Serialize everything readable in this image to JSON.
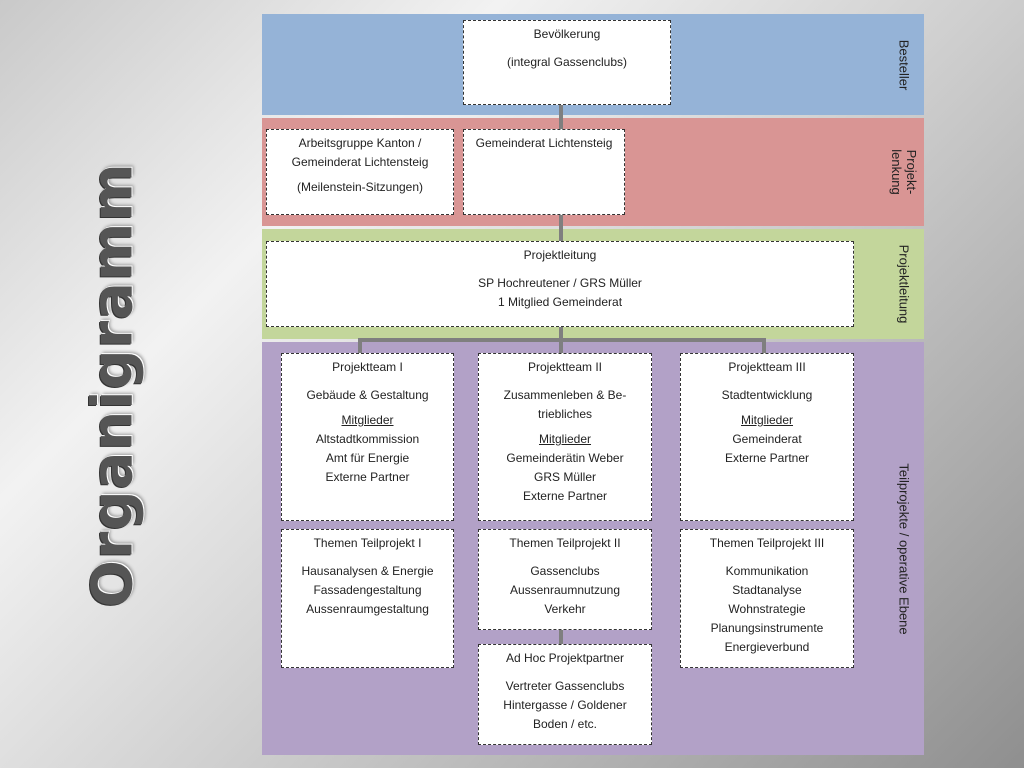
{
  "slide_title": "Organigramm",
  "bands": {
    "besteller": "Besteller",
    "projektlenkung": "Projekt-\nlenkung",
    "projektleitung": "Projektleitung",
    "teilprojekte": "Teilprojekte / operative Ebene"
  },
  "boxes": {
    "bevoelkerung": {
      "title": "Bevölkerung",
      "sub": "(integral Gassenclubs)"
    },
    "arbeitsgruppe": {
      "title_1": "Arbeitsgruppe Kanton /",
      "title_2": "Gemeinderat Lichtensteig",
      "sub": "(Meilenstein-Sitzungen)"
    },
    "gemeinderat": {
      "title": "Gemeinderat Lichtensteig"
    },
    "projektleitung": {
      "title": "Projektleitung",
      "line_1": "SP Hochreutener / GRS Müller",
      "line_2": "1 Mitglied Gemeinderat"
    },
    "team1": {
      "title": "Projektteam I",
      "subtitle": "Gebäude & Gestaltung",
      "members_label": "Mitglieder",
      "members": [
        "Altstadtkommission",
        "Amt für Energie",
        "Externe Partner"
      ]
    },
    "team2": {
      "title": "Projektteam II",
      "subtitle_1": "Zusammenleben & Be-",
      "subtitle_2": "triebliches",
      "members_label": "Mitglieder",
      "members": [
        "Gemeinderätin Weber",
        "GRS Müller",
        "Externe Partner"
      ]
    },
    "team3": {
      "title": "Projektteam III",
      "subtitle": "Stadtentwicklung",
      "members_label": "Mitglieder",
      "members": [
        "Gemeinderat",
        "Externe Partner"
      ]
    },
    "themen1": {
      "title": "Themen Teilprojekt I",
      "items": [
        "Hausanalysen & Energie",
        "Fassadengestaltung",
        "Aussenraumgestaltung"
      ]
    },
    "themen2": {
      "title": "Themen Teilprojekt II",
      "items": [
        "Gassenclubs",
        "Aussenraumnutzung",
        "Verkehr"
      ]
    },
    "themen3": {
      "title": "Themen Teilprojekt III",
      "items": [
        "Kommunikation",
        "Stadtanalyse",
        "Wohnstrategie",
        "Planungsinstrumente",
        "Energieverbund"
      ]
    },
    "adhoc": {
      "title": "Ad Hoc Projektpartner",
      "items": [
        "Vertreter Gassenclubs",
        "Hintergasse / Goldener",
        "Boden / etc."
      ]
    }
  }
}
